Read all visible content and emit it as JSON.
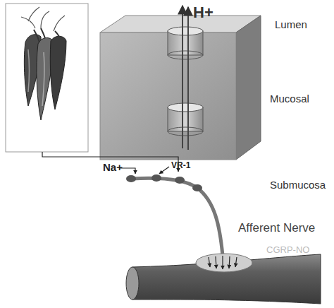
{
  "diagram": {
    "labels": [
      "H+",
      "Lumen",
      "Mucosal",
      "Na+",
      "VR-1",
      "Submucosa",
      "Afferent Nerve",
      "CGRP-NO"
    ]
  }
}
